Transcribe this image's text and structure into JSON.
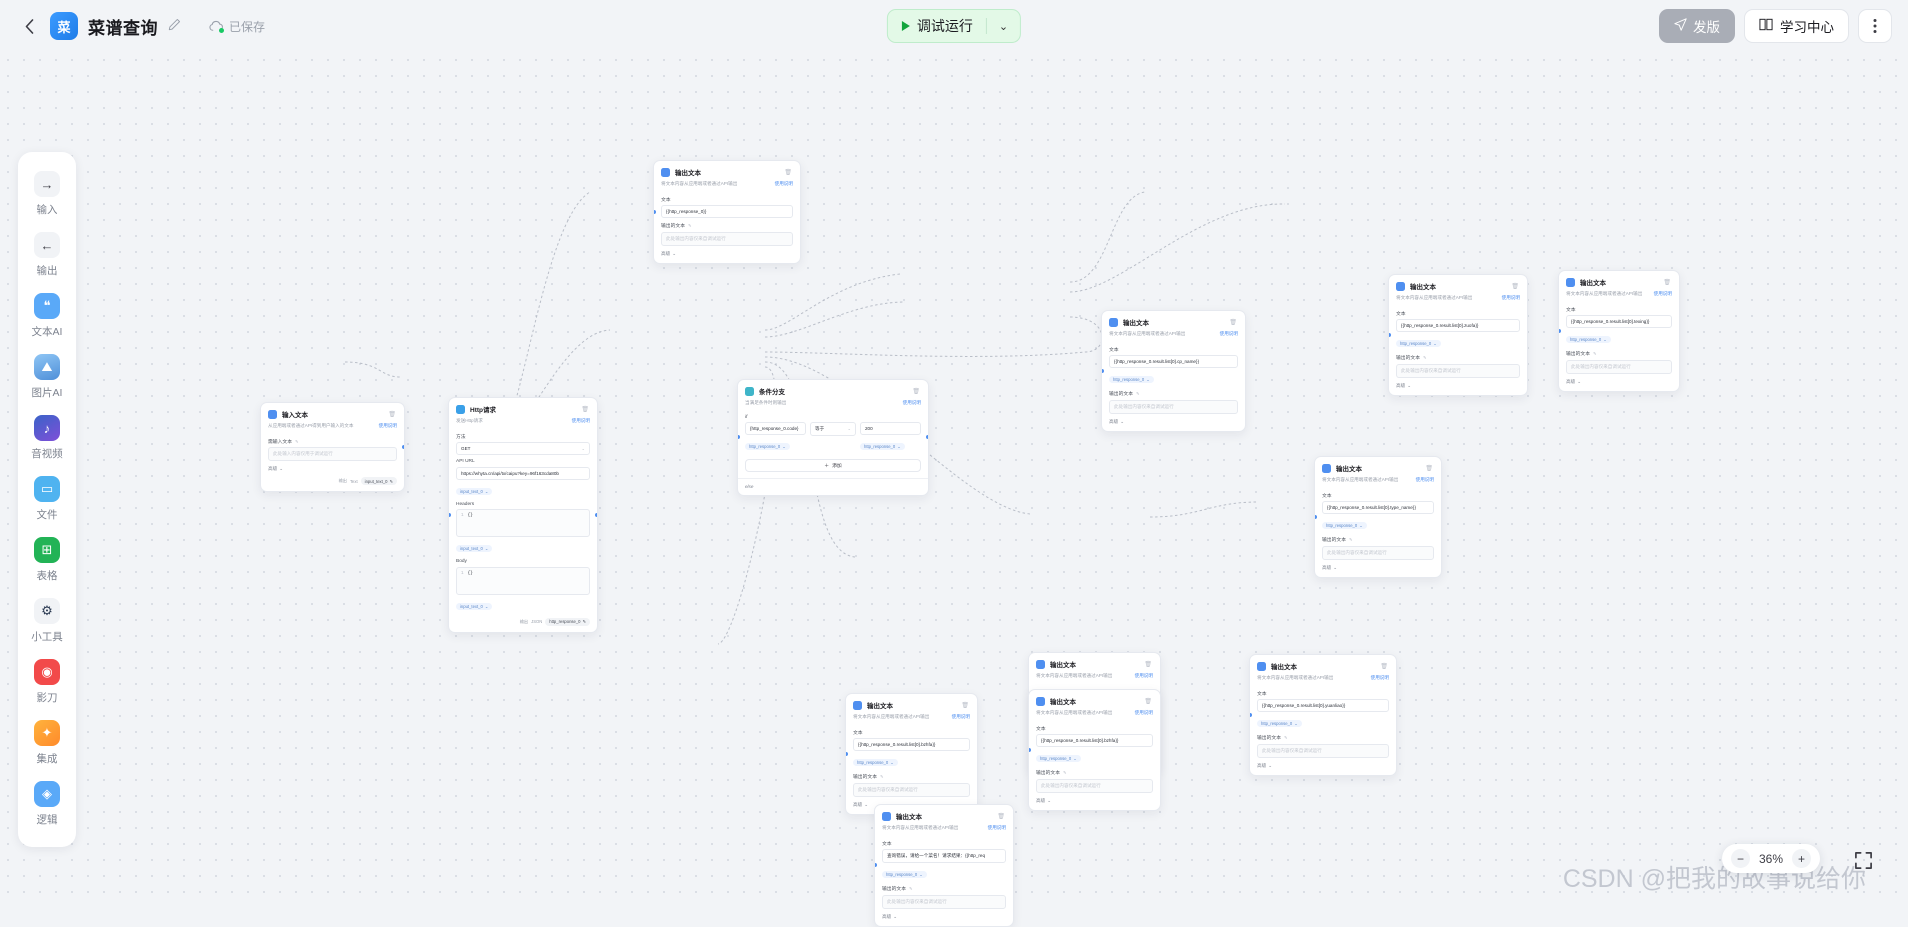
{
  "header": {
    "back_icon": "chevron-left-icon",
    "logo_text": "菜",
    "title": "菜谱查询",
    "edit_icon": "pencil-icon",
    "save_status": "已保存",
    "run_label": "调试运行",
    "run_caret": "⌄",
    "publish_label": "发版",
    "publish_icon": "send-icon",
    "learning_label": "学习中心",
    "learning_icon": "book-icon",
    "more_icon": "more-vertical-icon"
  },
  "sidebar": {
    "items": [
      {
        "label": "输入",
        "icon": "arrow-right-icon",
        "glyph": "→",
        "style": "ic-plain"
      },
      {
        "label": "输出",
        "icon": "arrow-left-icon",
        "glyph": "←",
        "style": "ic-plain"
      },
      {
        "label": "文本AI",
        "icon": "quote-icon",
        "glyph": "❝",
        "style": "ic-blue"
      },
      {
        "label": "图片AI",
        "icon": "image-icon",
        "glyph": "⛰",
        "style": "ic-pic"
      },
      {
        "label": "音视频",
        "icon": "video-icon",
        "glyph": "♪",
        "style": "ic-av"
      },
      {
        "label": "文件",
        "icon": "folder-icon",
        "glyph": "▭",
        "style": "ic-file"
      },
      {
        "label": "表格",
        "icon": "table-icon",
        "glyph": "⊞",
        "style": "ic-table"
      },
      {
        "label": "小工具",
        "icon": "gear-icon",
        "glyph": "⚙",
        "style": "ic-tool"
      },
      {
        "label": "影刀",
        "icon": "robot-icon",
        "glyph": "◉",
        "style": "ic-rpa"
      },
      {
        "label": "集成",
        "icon": "puzzle-icon",
        "glyph": "✦",
        "style": "ic-int"
      },
      {
        "label": "逻辑",
        "icon": "logic-icon",
        "glyph": "◈",
        "style": "ic-logic"
      }
    ]
  },
  "common": {
    "help_link": "使用说明",
    "advanced_label": "高级",
    "advanced_caret": "⌄",
    "delete_icon": "trash-icon",
    "pencil_icon": "pencil-icon",
    "chip_caret": "⌄",
    "output_word": "输出",
    "out_text_label": "输出的文本",
    "out_text_placeholder": "此处输出内容仅来自调试运行",
    "text_label": "文本",
    "http_chip": "http_response_0"
  },
  "nodes": {
    "input_text": {
      "title": "输入文本",
      "icon": "input-node-icon",
      "desc": "从应用端或者通过API得到用户输入的文本",
      "field_label": "需输入文本",
      "placeholder": "此处输入内容仅用于调试运行",
      "advanced": "高级",
      "out_label": "输出",
      "out_type": "Text",
      "out_name": "input_text_0"
    },
    "http": {
      "title": "Http请求",
      "icon": "http-node-icon",
      "desc": "发送Http请求",
      "method_label": "方法",
      "method_value": "GET",
      "url_label": "API URL",
      "url_value": "https://whyta.cn/api/tx/caipu?key=96f163cda80b",
      "chip": "input_text_0",
      "headers_label": "Headers",
      "headers_code": "{}",
      "body_label": "Body",
      "body_code": "{}",
      "code_line": "1",
      "out_label": "输出",
      "out_type": "JSON",
      "out_name": "http_response_0"
    },
    "condition": {
      "title": "条件分支",
      "icon": "condition-node-icon",
      "desc": "当满足条件时则输出",
      "if_label": "if",
      "left_value": "{http_response_0.code}",
      "operator": "等于",
      "right_value": "200",
      "left_chip": "http_response_0",
      "right_chip": "http_response_0",
      "add_label": "添加",
      "add_icon": "plus-icon",
      "else_label": "else"
    },
    "output_desc": "将文本内容从应用端或者通过API输出",
    "outputs": [
      {
        "id": "out_title",
        "title": "输出文本",
        "text": "{{http_response_0}}"
      },
      {
        "id": "out_cp_name",
        "title": "输出文本",
        "text": "{{http_response_0.result.list[0].cp_name}}"
      },
      {
        "id": "out_cuofa",
        "title": "输出文本",
        "text": "{{http_response_0.result.list[0].cuofa}}"
      },
      {
        "id": "out_texing",
        "title": "输出文本",
        "text": "{{http_response_0.result.list[0].texing}}"
      },
      {
        "id": "out_type_name",
        "title": "输出文本",
        "text": "{{http_response_0.result.list[0].type_name}}"
      },
      {
        "id": "out_yuanliao",
        "title": "输出文本",
        "text": "{{http_response_0.result.list[0].yuanliao}}"
      },
      {
        "id": "out_zuofa",
        "title": "输出文本",
        "text": "{{http_response_0.result.list[0].zuofa}}"
      },
      {
        "id": "out_bzhfa",
        "title": "输出文本",
        "text": "{{http_response_0.result.list[0].bzhfa}}"
      },
      {
        "id": "out_error",
        "title": "输出文本",
        "text": "查询错误，请给一个菜名！请求结果：{{http_req"
      }
    ]
  },
  "zoom": {
    "minus_icon": "minus-icon",
    "plus_icon": "plus-icon",
    "value": "36%",
    "fullscreen_icon": "fullscreen-icon"
  },
  "watermark": "CSDN @把我的故事说给你"
}
